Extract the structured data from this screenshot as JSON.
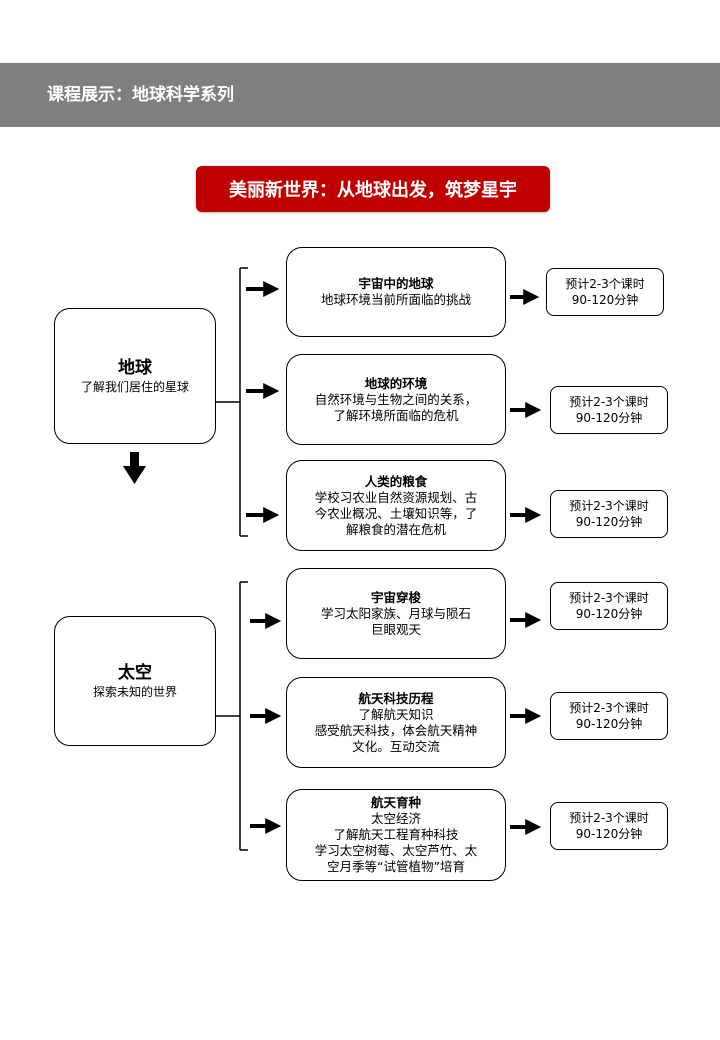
{
  "header": {
    "title": "课程展示：地球科学系列"
  },
  "banner": {
    "title": "美丽新世界：从地球出发，筑梦星宇"
  },
  "categories": [
    {
      "title": "地球",
      "subtitle": "了解我们居住的星球",
      "topics": [
        {
          "title": "宇宙中的地球",
          "lines": [
            "地球环境当前所面临的挑战"
          ],
          "duration": [
            "预计2-3个课时",
            "90-120分钟"
          ]
        },
        {
          "title": "地球的环境",
          "lines": [
            "自然环境与生物之间的关系，",
            "了解环境所面临的危机"
          ],
          "duration": [
            "预计2-3个课时",
            "90-120分钟"
          ]
        },
        {
          "title": "人类的粮食",
          "lines": [
            "学校习农业自然资源规划、古",
            "今农业概况、土壤知识等，了",
            "解粮食的潜在危机"
          ],
          "duration": [
            "预计2-3个课时",
            "90-120分钟"
          ]
        }
      ]
    },
    {
      "title": "太空",
      "subtitle": "探索未知的世界",
      "topics": [
        {
          "title": "宇宙穿梭",
          "lines": [
            "学习太阳家族、月球与陨石",
            "巨眼观天"
          ],
          "duration": [
            "预计2-3个课时",
            "90-120分钟"
          ]
        },
        {
          "title": "航天科技历程",
          "lines": [
            "了解航天知识",
            "感受航天科技，体会航天精神",
            "文化。互动交流"
          ],
          "duration": [
            "预计2-3个课时",
            "90-120分钟"
          ]
        },
        {
          "title": "航天育种",
          "lines": [
            "太空经济",
            "了解航天工程育种科技",
            "学习太空树莓、太空芦竹、太",
            "空月季等“试管植物”培育"
          ],
          "duration": [
            "预计2-3个课时",
            "90-120分钟"
          ]
        }
      ]
    }
  ]
}
